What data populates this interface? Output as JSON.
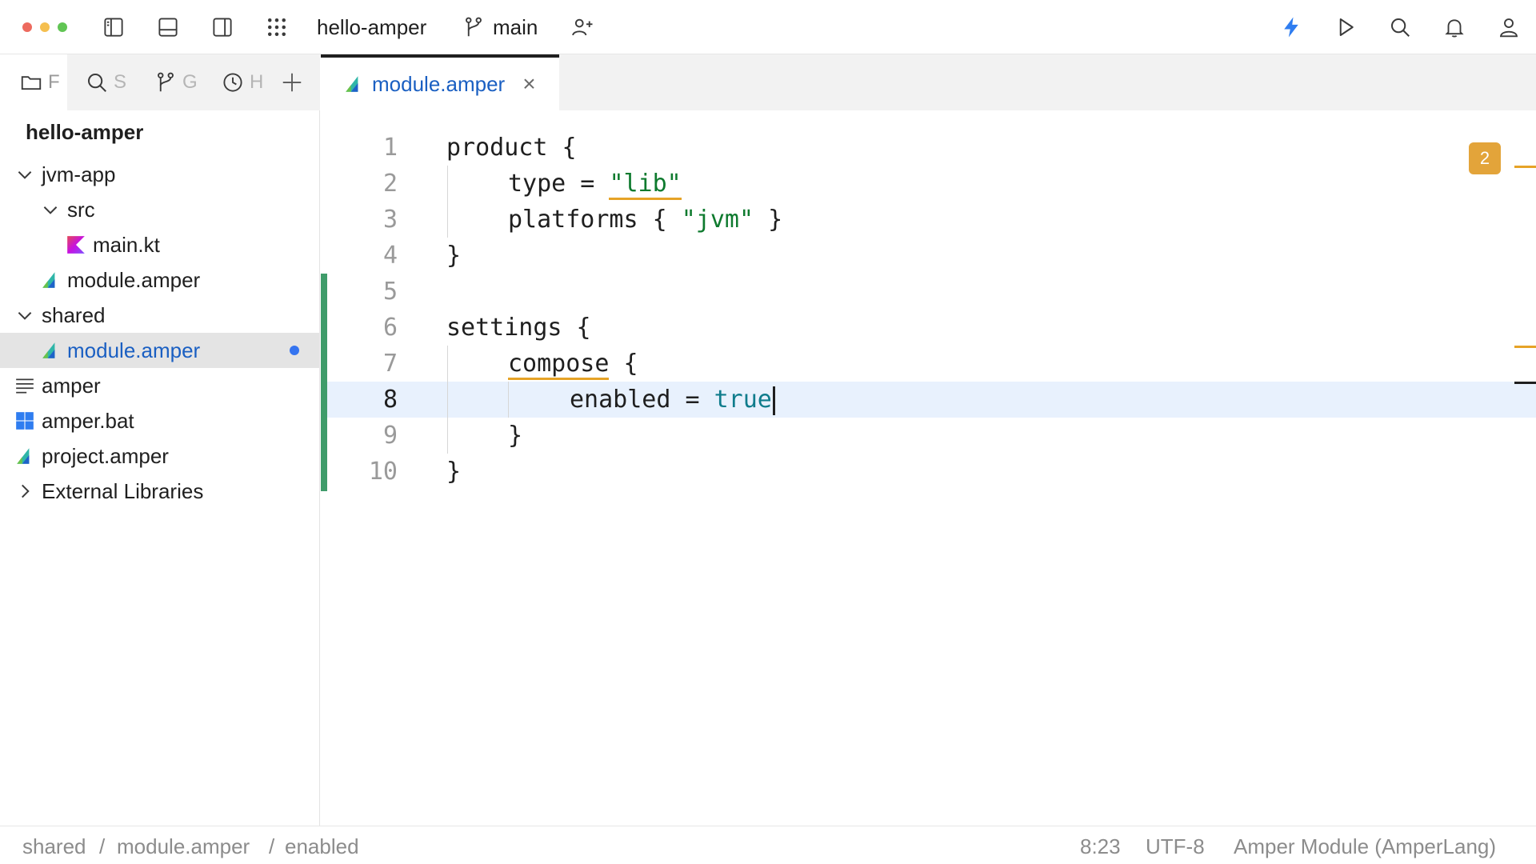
{
  "titlebar": {
    "project_name": "hello-amper",
    "branch": "main",
    "icons": [
      "sidebar-left-icon",
      "panel-bottom-icon",
      "sidebar-right-icon",
      "grid-icon",
      "branch-icon",
      "add-user-icon",
      "lightning-icon",
      "run-icon",
      "search-icon",
      "bell-icon",
      "profile-icon"
    ]
  },
  "sidebar": {
    "tabs": [
      {
        "label": "F",
        "icon": "folder-icon"
      },
      {
        "label": "S",
        "icon": "search-icon"
      },
      {
        "label": "G",
        "icon": "branch-icon"
      },
      {
        "label": "H",
        "icon": "history-icon"
      }
    ],
    "add_label": "+",
    "root": "hello-amper",
    "items": [
      {
        "label": "jvm-app",
        "icon": "chevron-down-icon"
      },
      {
        "label": "src",
        "icon": "chevron-down-icon"
      },
      {
        "label": "main.kt",
        "icon": "kotlin-file-icon"
      },
      {
        "label": "module.amper",
        "icon": "amper-file-icon"
      },
      {
        "label": "shared",
        "icon": "chevron-down-icon"
      },
      {
        "label": "module.amper",
        "icon": "amper-file-icon",
        "selected": true,
        "modified": true
      },
      {
        "label": "amper",
        "icon": "text-file-icon"
      },
      {
        "label": "amper.bat",
        "icon": "windows-file-icon"
      },
      {
        "label": "project.amper",
        "icon": "amper-file-icon"
      },
      {
        "label": "External Libraries",
        "icon": "chevron-right-icon"
      }
    ]
  },
  "editor": {
    "tab_label": "module.amper",
    "close_label": "×",
    "warning_count": "2",
    "line_numbers": [
      "1",
      "2",
      "3",
      "4",
      "5",
      "6",
      "7",
      "8",
      "9",
      "10"
    ],
    "current_line": 8,
    "lines": {
      "l1": "product {",
      "l2_key": "type = ",
      "l2_val": "\"lib\"",
      "l3_key": "platforms { ",
      "l3_val": "\"jvm\"",
      "l3_end": " }",
      "l4": "}",
      "l6": "settings {",
      "l7_key": "compose",
      "l7_end": " {",
      "l8_key": "enabled = ",
      "l8_val": "true",
      "l9": "}",
      "l10": "}"
    },
    "colors": {
      "string": "#0e7a2e",
      "keyword": "#0f7c8c",
      "warning": "#e6a327",
      "change": "#3f9c6a"
    }
  },
  "statusbar": {
    "breadcrumb": [
      "shared",
      "module.amper",
      "enabled"
    ],
    "separator": "/",
    "position": "8:23",
    "encoding": "UTF-8",
    "file_type": "Amper Module (AmperLang)"
  }
}
